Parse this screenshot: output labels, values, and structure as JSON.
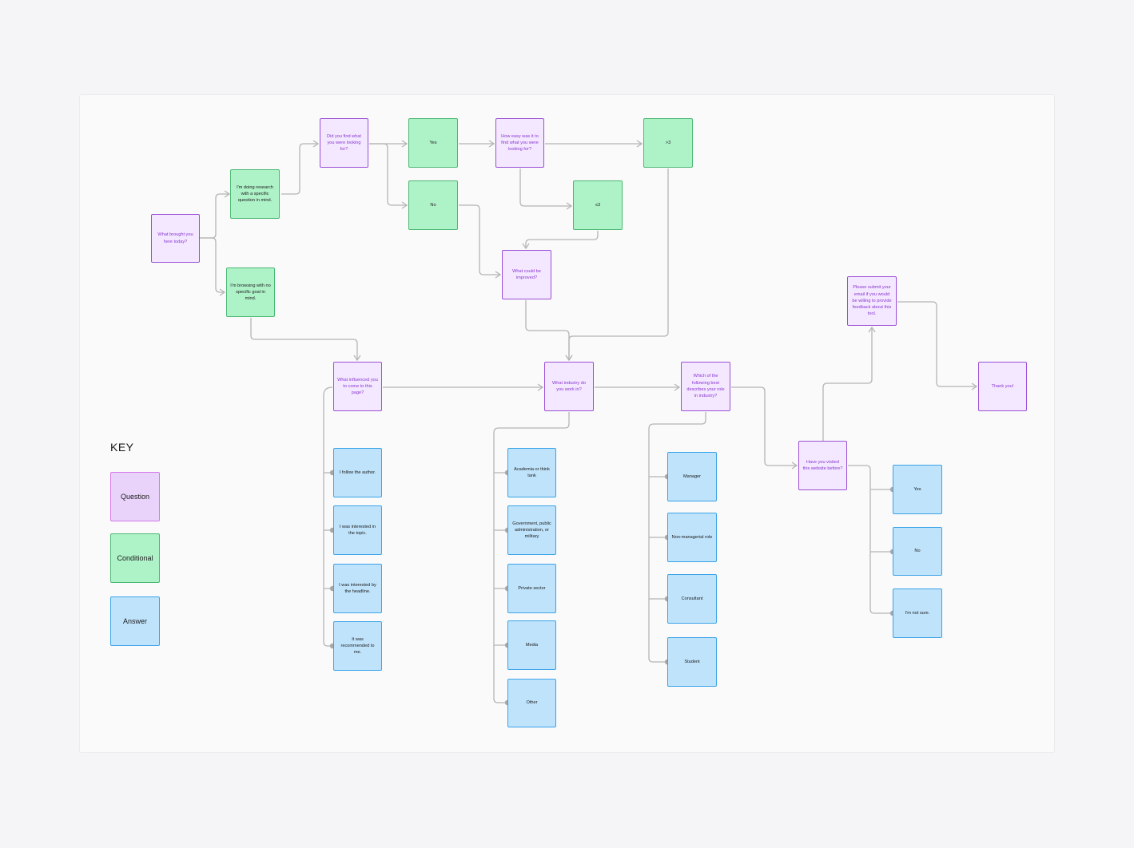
{
  "key": {
    "title": "KEY",
    "question": "Question",
    "conditional": "Conditional",
    "answer": "Answer"
  },
  "nodes": {
    "start": "What brought you here today?",
    "research": "I'm doing research with a specific question in mind.",
    "browsing": "I'm browsing with no specific goal in mind.",
    "did_find": "Did you find what you were looking for?",
    "yes1": "Yes",
    "no1": "No",
    "how_easy": "How easy was it to find what you were looking for?",
    "gt3": ">3",
    "le3": "≤3",
    "improve": "What could be improved?",
    "influenced": "What influenced you to come to this page?",
    "industry": "What industry do you work in?",
    "role": "Which of the following best describes your role in industry?",
    "visited": "Have you visited this website before?",
    "email": "Please submit your email if you would be willing to provide feedback about this tool.",
    "thanks": "Thank you!"
  },
  "answers": {
    "influenced": [
      "I follow the author.",
      "I was interested in the topic.",
      "I was interested by the headline.",
      "It was recommended to me."
    ],
    "industry": [
      "Academia or think tank",
      "Government, public administration, or military",
      "Private sector",
      "Media",
      "Other"
    ],
    "role": [
      "Manager",
      "Non-managerial role",
      "Consultant",
      "Student"
    ],
    "visited": [
      "Yes",
      "No",
      "I'm not sure."
    ]
  },
  "colors": {
    "question_fill": "#f3e8ff",
    "question_border": "#9b4fd6",
    "conditional_fill": "#aef2c8",
    "answer_fill": "#bfe3fb",
    "connector": "#b5b5b5"
  }
}
